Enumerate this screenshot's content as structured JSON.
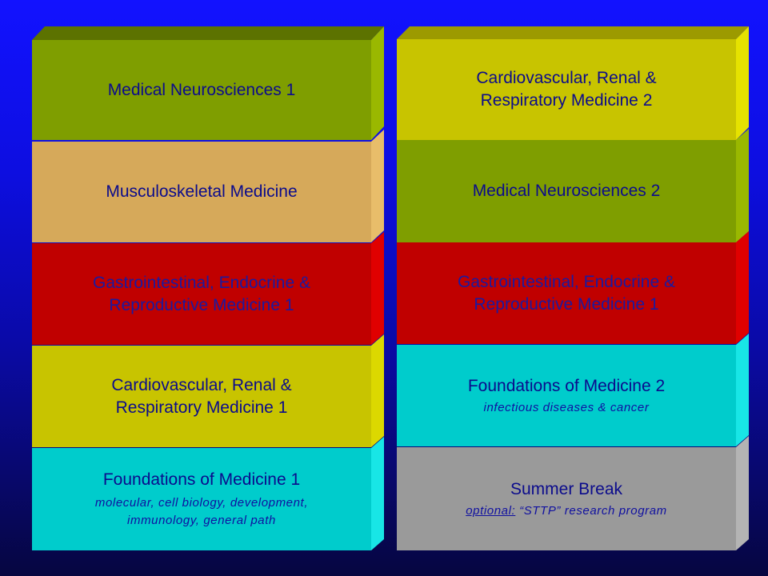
{
  "colors": {
    "olive_green": "#7f9e00",
    "tan": "#d6a95a",
    "red": "#c00000",
    "yellow_olive": "#c8c400",
    "cyan": "#00cccc",
    "gray": "#9a9a9a",
    "text_navy": "#0b0b8c"
  },
  "left_column": {
    "block1": {
      "title": "Medical Neurosciences 1",
      "color": "#7f9e00"
    },
    "block2": {
      "title": "Musculoskeletal Medicine",
      "color": "#d6a95a"
    },
    "block3": {
      "title": "Gastrointestinal, Endocrine &\nReproductive Medicine 1",
      "color": "#c00000"
    },
    "block4": {
      "title": "Cardiovascular, Renal &\nRespiratory Medicine 1",
      "color": "#c8c400"
    },
    "block5": {
      "title": "Foundations of Medicine 1",
      "subtitle": "molecular, cell biology, development,\nimmunology, general path",
      "color": "#00cccc"
    }
  },
  "right_column": {
    "block1": {
      "title": "Cardiovascular, Renal &\nRespiratory Medicine 2",
      "color": "#c8c400"
    },
    "block2": {
      "title": "Medical Neurosciences 2",
      "color": "#7f9e00"
    },
    "block3": {
      "title": "Gastrointestinal, Endocrine &\nReproductive Medicine 1",
      "color": "#c00000"
    },
    "block4": {
      "title": "Foundations of Medicine 2",
      "subtitle": "infectious diseases & cancer",
      "color": "#00cccc"
    },
    "block5": {
      "title": "Summer Break",
      "subtitle_underlined": "optional:",
      "subtitle_rest": " “STTP” research program",
      "color": "#9a9a9a"
    }
  }
}
